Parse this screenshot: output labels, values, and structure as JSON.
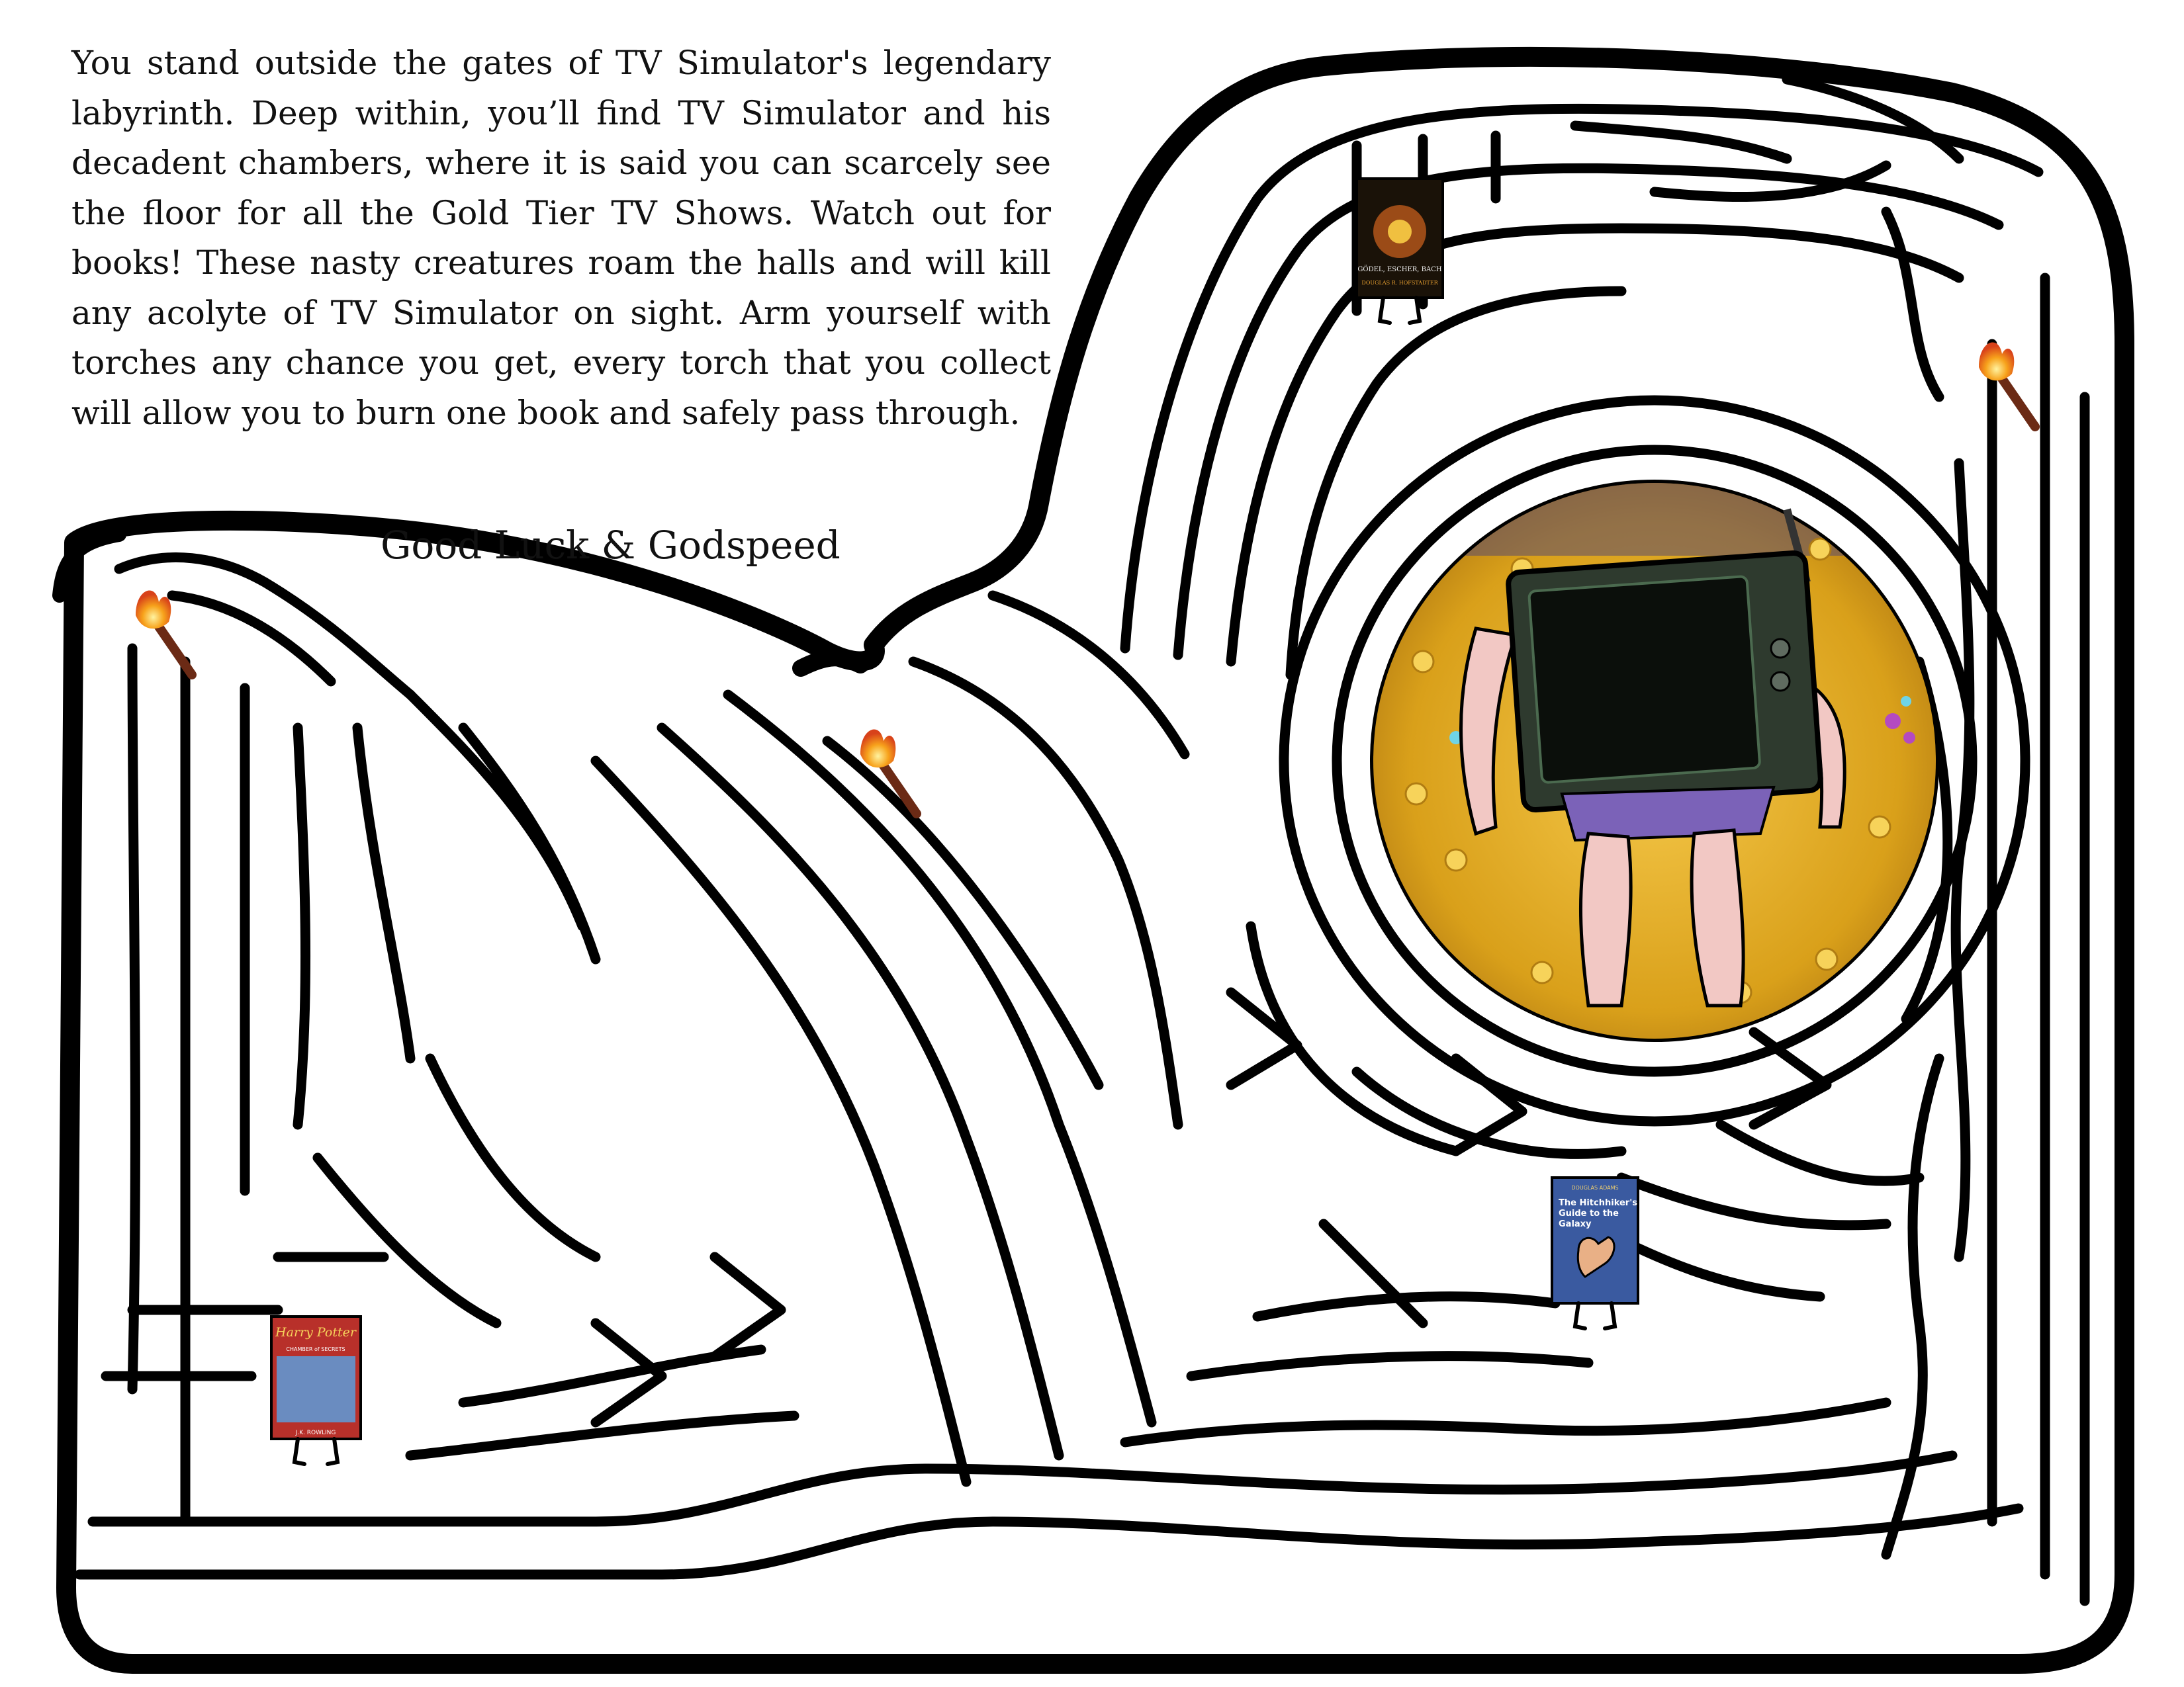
{
  "story": {
    "paragraph": "You stand outside the gates of TV Simulator's legendary labyrinth. Deep within, you’ll find TV Simulator and his decadent chambers, where it is said you can scarcely see the floor for all the Gold Tier TV Shows. Watch out for books! These nasty creatures roam the halls and will kill any acolyte of TV Simulator on sight. Arm yourself with torches any chance you get, every torch that you collect will allow you to burn one book and safely pass through.",
    "farewell": "Good Luck & Godspeed"
  },
  "books": {
    "geb": {
      "line1": "GÖDEL, ESCHER, BACH",
      "line2": "DOUGLAS R. HOFSTADTER"
    },
    "harry_potter": {
      "title": "Harry Potter",
      "subtitle": "CHAMBER of SECRETS",
      "author": "J.K. ROWLING"
    },
    "hitchhiker": {
      "author": "DOUGLAS ADAMS",
      "title_line1": "The Hitchhiker's",
      "title_line2": "Guide to the",
      "title_line3": "Galaxy"
    }
  },
  "colors": {
    "wall": "#000000",
    "gold": "#e8b52a",
    "tv_body": "#2e3a2e",
    "skin": "#f2c8c4",
    "loincloth": "#7b62b8",
    "flame": "#f08a1c"
  },
  "icons": [
    "torch-icon",
    "book-monster-icon",
    "tv-simulator-icon"
  ]
}
